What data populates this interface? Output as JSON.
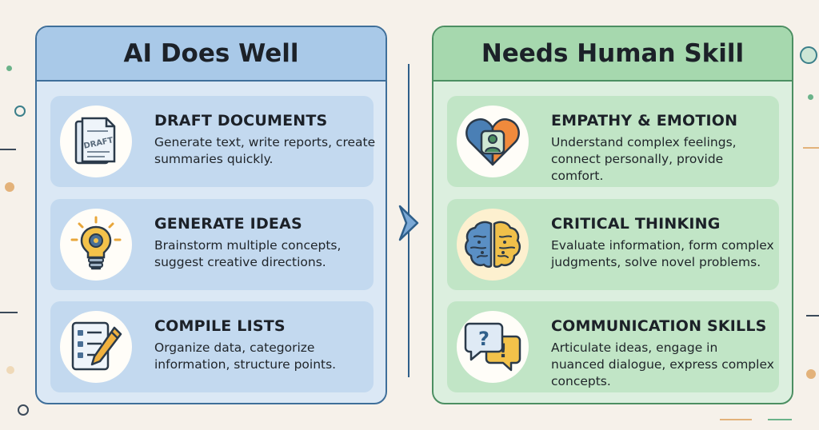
{
  "left": {
    "title": "AI Does Well",
    "items": [
      {
        "title": "DRAFT DOCUMENTS",
        "desc": "Generate text, write reports, create summaries quickly.",
        "icon": "document-icon",
        "icon_text": "DRAFT"
      },
      {
        "title": "GENERATE IDEAS",
        "desc": "Brainstorm multiple concepts, suggest creative directions.",
        "icon": "lightbulb-icon"
      },
      {
        "title": "COMPILE LISTS",
        "desc": "Organize data, categorize information, structure points.",
        "icon": "checklist-icon"
      }
    ]
  },
  "right": {
    "title": "Needs Human Skill",
    "items": [
      {
        "title": "EMPATHY & EMOTION",
        "desc": "Understand complex feelings, connect personally, provide comfort.",
        "icon": "heart-person-icon"
      },
      {
        "title": "CRITICAL THINKING",
        "desc": "Evaluate information, form complex judgments, solve novel problems.",
        "icon": "brain-icon"
      },
      {
        "title": "COMMUNICATION SKILLS",
        "desc": "Articulate ideas, engage in nuanced dialogue, express complex concepts.",
        "icon": "speech-bubbles-icon"
      }
    ]
  },
  "colors": {
    "left_header": "#a9c9e8",
    "left_body": "#dbe8f5",
    "right_header": "#a6d8ae",
    "right_body": "#dcefdf",
    "background": "#f6f1ea"
  }
}
